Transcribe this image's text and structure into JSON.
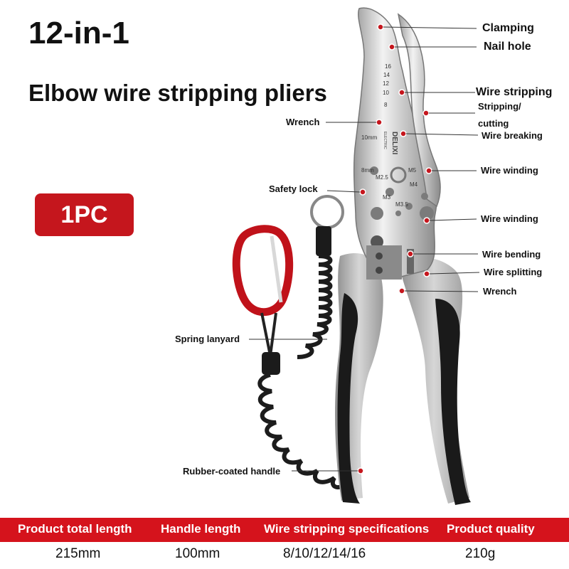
{
  "heading": {
    "title": "12-in-1",
    "subtitle": "Elbow wire stripping pliers"
  },
  "badge": "1PC",
  "callouts": {
    "clamping": "Clamping",
    "nail_hole": "Nail hole",
    "wire_stripping": "Wire stripping",
    "stripping_cutting_1": "Stripping/",
    "stripping_cutting_2": "cutting",
    "wire_breaking": "Wire breaking",
    "wire_winding_1": "Wire winding",
    "wire_winding_2": "Wire winding",
    "wire_bending": "Wire bending",
    "wire_splitting": "Wire splitting",
    "wrench_right": "Wrench",
    "wrench_left": "Wrench",
    "safety_lock": "Safety lock",
    "spring_lanyard": "Spring lanyard",
    "rubber_handle": "Rubber-coated handle"
  },
  "tool_markings": {
    "gauges": [
      "16",
      "14",
      "12",
      "10",
      "8"
    ],
    "brand": "DELIXI",
    "brand_sub": "ELECTRIC",
    "size_10": "10mm",
    "size_8": "8mm",
    "m5": "M5",
    "m25": "M2.5",
    "m4": "M4",
    "m3": "M3",
    "m35": "M3.5"
  },
  "specs": {
    "headers": [
      "Product total length",
      "Handle length",
      "Wire stripping specifications",
      "Product quality"
    ],
    "values": [
      "215mm",
      "100mm",
      "8/10/12/14/16",
      "210g"
    ]
  },
  "colors": {
    "accent_red": "#d5131c",
    "badge_red": "#c5161d",
    "handle_gray": "#a9a9a9",
    "handle_black": "#1a1a1a"
  }
}
